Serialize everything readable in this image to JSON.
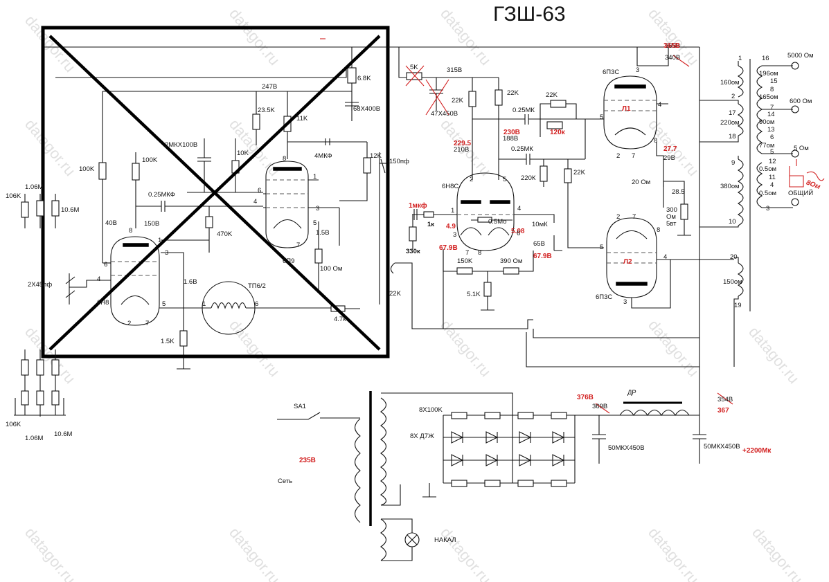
{
  "title": "ГЗШ-63",
  "watermark": "datagor.ru",
  "labels": {
    "r_68k": "6.8K",
    "c_68x400": "68X400B",
    "v_247": "247B",
    "r_235k": "23.5K",
    "r_11k": "11K",
    "c_2mk": "2МКХ100В",
    "r_10k": "10K",
    "c_4mk": "4МКФ",
    "r_12k": "12K",
    "c_150pf": "150пф",
    "r_100k_a": "100K",
    "r_100k_b": "100K",
    "c_025a": "0.25МКФ",
    "v_40": "40B",
    "v_150": "150B",
    "r_470k": "470K",
    "v_15": "1.5B",
    "r_100om": "100 Ом",
    "t_6p9": "6П9",
    "t_6n8_left": "6Н8",
    "v_16": "1.6B",
    "t_tp": "ТП6/2",
    "r_47k": "4.7к",
    "r_15k": "1.5K",
    "r_22k_l": "22K",
    "c_2x45": "2X45пф",
    "r_106k": "106K",
    "r_106m": "1.06M",
    "r_106m2": "10.6M",
    "r_106k_b": "106K",
    "r_106m_b": "1.06M",
    "r_106m2_b": "10.6M",
    "r_5k": "5K",
    "v_315": "315B",
    "r_22k_a": "22K",
    "r_22k_b": "22K",
    "c_47": "47X450B",
    "c_025b": "0.25МК",
    "r_22k_c": "22K",
    "v_2295": "229.5",
    "v_210": "210B",
    "v_230": "230B",
    "v_188": "188B",
    "r_120k": "120к",
    "c_025c": "0.25МК",
    "r_220k": "220К",
    "r_22k_d": "22K",
    "t_6n8s": "6Н8С",
    "c_1mkf": "1мкф",
    "r_1k": "1к",
    "r_330k": "330к",
    "v_49": "4.9",
    "v_679a": "67.9B",
    "r_05mo": "0.5Мо",
    "v_508": "5.08",
    "c_10mk": "10мК",
    "v_65": "65B",
    "v_679b": "67.9B",
    "r_150k": "150K",
    "r_390om": "390 Ом",
    "r_51k": "5.1K",
    "v_365": "365B",
    "v_340": "340B",
    "t_6p3s_a": "6П3С",
    "t_l1": "Л1",
    "v_277": "27.7",
    "v_29": "29B",
    "r_20om": "20 Ом",
    "r_285": "28.5",
    "r_300om": "300",
    "r_300om_b": "Ом",
    "r_300om_c": "5вт",
    "t_l2": "Л2",
    "t_6p3s_b": "6П3С",
    "w_160": "160ом",
    "w_196": "196ом",
    "w_165": "165ом",
    "w_220": "220ом",
    "w_90": "90ом",
    "w_77": "77ом",
    "w_380": "380ом",
    "w_05a": "0.5ом",
    "w_05b": "0.5ом",
    "w_150": "150ом",
    "out_5000": "5000 Ом",
    "out_600": "600 Ом",
    "out_5": "5 Ом",
    "out_common": "ОБЩИЙ",
    "out_8om": "8Ом",
    "sa1": "SA1",
    "mains": "Сеть",
    "v_235": "235B",
    "r_8x100k": "8X100K",
    "d_8x": "8X Д7Ж",
    "v_376": "376B",
    "v_369": "369B",
    "choke": "ДР",
    "v_354": "354B",
    "v_367": "367",
    "c_50a": "50МКХ450В",
    "c_50b": "50МКХ450В",
    "c_2200": "+2200Мк",
    "heater": "НАКАЛ",
    "pins": [
      "1",
      "2",
      "3",
      "4",
      "5",
      "6",
      "7",
      "8",
      "9",
      "10",
      "11",
      "12",
      "13",
      "14",
      "15",
      "16",
      "17",
      "18",
      "19",
      "20"
    ]
  }
}
